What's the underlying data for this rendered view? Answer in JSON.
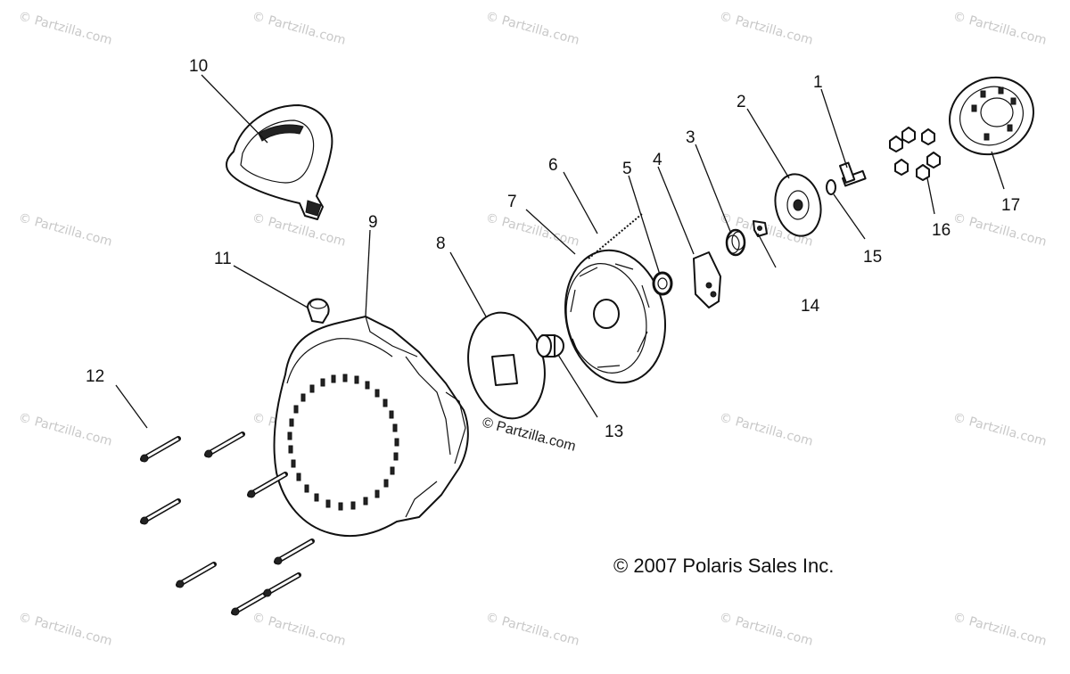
{
  "watermark": "© Partzilla.com",
  "copyright": "© 2007 Polaris Sales Inc.",
  "callouts": [
    "1",
    "2",
    "3",
    "4",
    "5",
    "6",
    "7",
    "8",
    "9",
    "10",
    "11",
    "12",
    "13",
    "14",
    "15",
    "16",
    "17"
  ]
}
